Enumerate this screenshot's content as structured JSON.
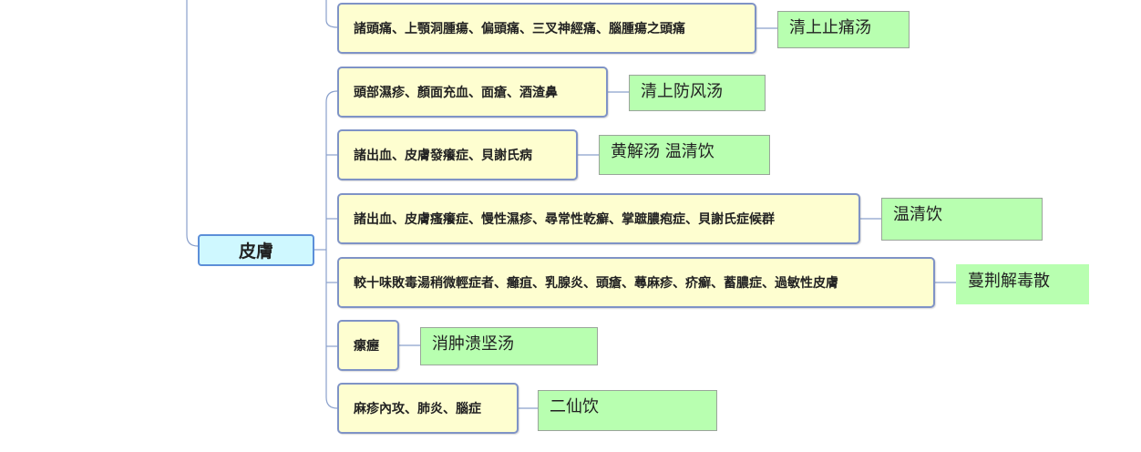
{
  "root": {
    "label": "皮膚"
  },
  "branches": [
    {
      "condition": "諸頭痛、上顎洞腫瘍、偏頭痛、三叉神經痛、腦腫瘍之頭痛",
      "formula": "清上止痛汤"
    },
    {
      "condition": "頭部濕疹、顏面充血、面瘡、酒渣鼻",
      "formula": "清上防风汤"
    },
    {
      "condition": "諸出血、皮膚發癢症、貝謝氏病",
      "formula": "黄解汤  温清饮"
    },
    {
      "condition": "諸出血、皮膚瘙癢症、慢性濕疹、尋常性乾癬、掌蹠膿疱症、貝謝氏症候群",
      "formula": "温清饮"
    },
    {
      "condition": "較十味敗毒湯稍微輕症者、癰疽、乳腺炎、頭瘡、蕁麻疹、疥癬、蓄膿症、過敏性皮膚",
      "formula": "蔓荆解毒散"
    },
    {
      "condition": "瘰癧",
      "formula": "消肿溃坚汤"
    },
    {
      "condition": "麻疹內攻、肺炎、腦症",
      "formula": "二仙饮"
    }
  ]
}
